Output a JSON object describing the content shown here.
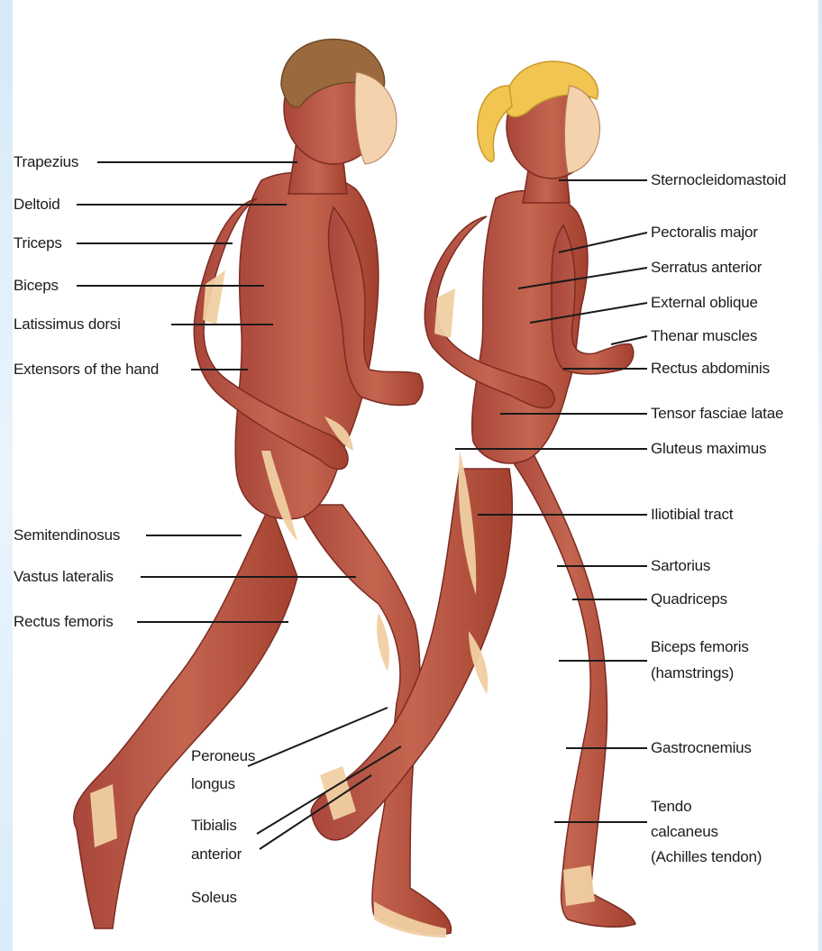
{
  "labels": {
    "left": {
      "trapezius": "Trapezius",
      "deltoid": "Deltoid",
      "triceps": "Triceps",
      "biceps": "Biceps",
      "latissimus": "Latissimus dorsi",
      "extensors": "Extensors of the hand",
      "semitendinosus": "Semitendinosus",
      "vastus": "Vastus lateralis",
      "rectus_femoris": "Rectus femoris"
    },
    "center": {
      "peroneus_1": "Peroneus",
      "peroneus_2": "longus",
      "tibialis_1": "Tibialis",
      "tibialis_2": "anterior",
      "soleus": "Soleus"
    },
    "right": {
      "sternocleidomastoid": "Sternocleidomastoid",
      "pectoralis": "Pectoralis major",
      "serratus": "Serratus anterior",
      "external_oblique": "External oblique",
      "thenar": "Thenar muscles",
      "rectus_abdominis": "Rectus abdominis",
      "tensor": "Tensor fasciae latae",
      "gluteus": "Gluteus maximus",
      "iliotibial": "Iliotibial tract",
      "sartorius": "Sartorius",
      "quadriceps": "Quadriceps",
      "biceps_femoris_1": "Biceps femoris",
      "biceps_femoris_2": "(hamstrings)",
      "gastrocnemius": "Gastrocnemius",
      "tendo_1": "Tendo",
      "tendo_2": "calcaneus",
      "tendo_3": "(Achilles tendon)"
    }
  },
  "colors": {
    "muscle": "#b4503f",
    "muscle_dark": "#8e3528",
    "tendon": "#f0cfa2",
    "hair_male": "#9a6a3e",
    "hair_female": "#f2c552",
    "leader": "#1a1a1a"
  }
}
